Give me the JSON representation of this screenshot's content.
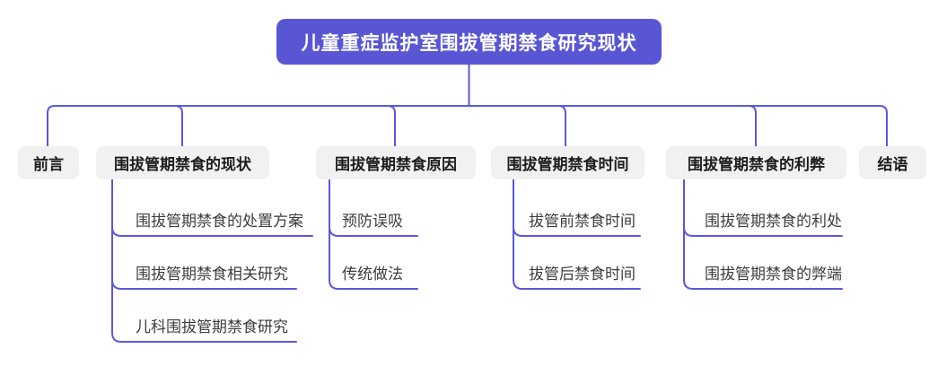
{
  "mindmap": {
    "root": {
      "label": "儿童重症监护室围拔管期禁食研究现状"
    },
    "branches": [
      {
        "label": "前言",
        "children": []
      },
      {
        "label": "围拔管期禁食的现状",
        "children": [
          "围拔管期禁食的处置方案",
          "围拔管期禁食相关研究",
          "儿科围拔管期禁食研究"
        ]
      },
      {
        "label": "围拔管期禁食原因",
        "children": [
          "预防误吸",
          "传统做法"
        ]
      },
      {
        "label": "围拔管期禁食时间",
        "children": [
          "拔管前禁食时间",
          "拔管后禁食时间"
        ]
      },
      {
        "label": "围拔管期禁食的利弊",
        "children": [
          "围拔管期禁食的利处",
          "围拔管期禁食的弊端"
        ]
      },
      {
        "label": "结语",
        "children": []
      }
    ],
    "colors": {
      "root_fill": "#5956d4",
      "connector": "#5b58dc",
      "branch_fill": "#f1f1f2",
      "canvas_bg": "#ffffff"
    }
  }
}
